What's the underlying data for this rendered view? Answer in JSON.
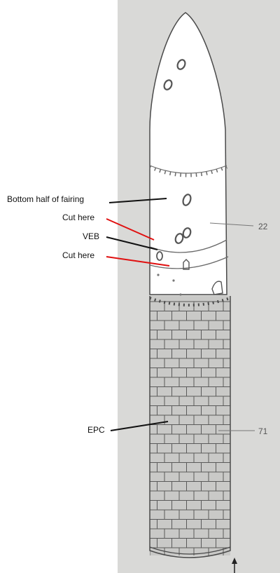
{
  "labels": {
    "bottom_half_fairing": "Bottom half of fairing",
    "cut_here_upper": "Cut here",
    "veb": "VEB",
    "cut_here_lower": "Cut here",
    "epc": "EPC"
  },
  "part_numbers": {
    "fairing_part": "22",
    "epc_part": "71"
  },
  "colors": {
    "background": "#d9d9d7",
    "body": "#ffffff",
    "brick_fill": "#c9c9c7",
    "outline": "#4a4a4a",
    "leader_black": "#111111",
    "leader_red": "#e01010"
  }
}
